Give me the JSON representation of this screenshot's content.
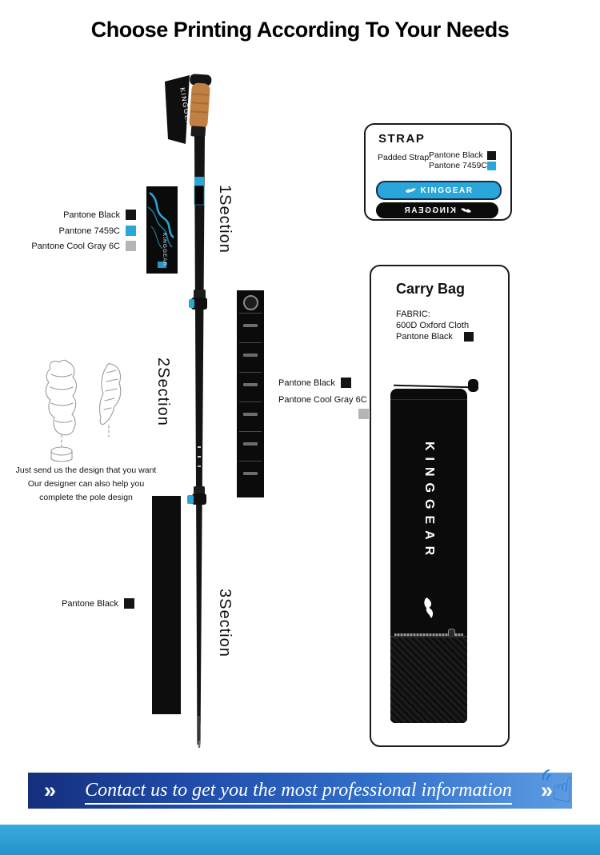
{
  "brand": "KINGGEAR",
  "page": {
    "title": "Choose Printing According To Your Needs"
  },
  "pole": {
    "section_labels": [
      "1Section",
      "2Section",
      "3Section"
    ]
  },
  "swatch_groups": {
    "grip": {
      "items": [
        {
          "label": "Pantone Black",
          "color": "#141414"
        },
        {
          "label": "Pantone 7459C",
          "color": "#2aa7d8"
        },
        {
          "label": "Pantone Cool Gray 6C",
          "color": "#b4b6b5"
        }
      ]
    },
    "mid": {
      "items": [
        {
          "label": "Pantone Black",
          "color": "#141414"
        },
        {
          "label": "Pantone Cool Gray 6C",
          "color": "#b4b6b5"
        }
      ]
    },
    "lower": {
      "items": [
        {
          "label": "Pantone Black",
          "color": "#141414"
        }
      ]
    }
  },
  "design_note": {
    "lines": [
      "Just send us the design that you want",
      "Our designer can also help you",
      "complete the pole design"
    ]
  },
  "strap_box": {
    "title": "STRAP",
    "field_label": "Padded Strap:",
    "swatches": [
      {
        "label": "Pantone Black",
        "color": "#141414"
      },
      {
        "label": "Pantone 7459C",
        "color": "#2aa7d8"
      }
    ]
  },
  "carry_bag": {
    "title": "Carry Bag",
    "fabric_label": "FABRIC:",
    "fabric_value": "600D Oxford Cloth",
    "swatch": {
      "label": "Pantone Black",
      "color": "#141414"
    }
  },
  "banner": {
    "chevron": "»",
    "text": "Contact us to get you the most professional information"
  },
  "colors": {
    "accent_blue": "#2aa7d8",
    "banner_blue_dark": "#152f7c",
    "banner_blue_light": "#5d9ce2",
    "footer_bar": "#2fa3d9"
  }
}
